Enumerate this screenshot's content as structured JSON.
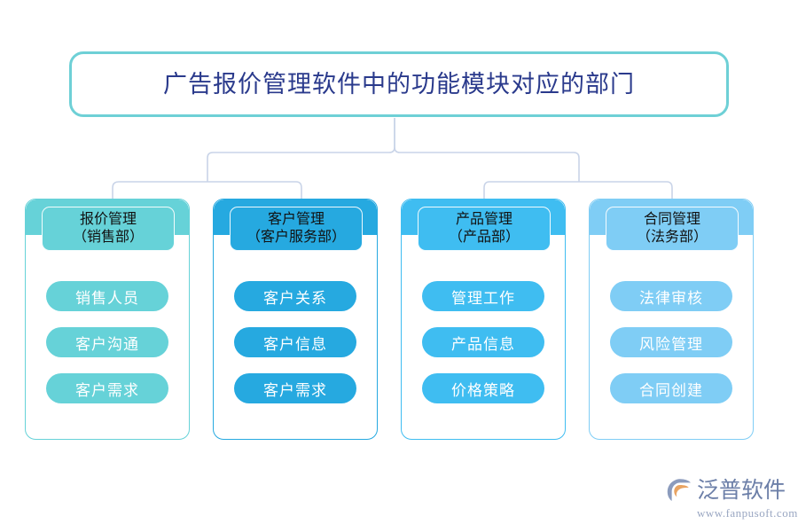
{
  "title": {
    "text": "广告报价管理软件中的功能模块对应的部门",
    "text_color": "#2a3a8c",
    "border_color": "#6ed0d6"
  },
  "columns": [
    {
      "name": "报价管理",
      "department": "（销售部）",
      "color": "#66d2d8",
      "items": [
        "销售人员",
        "客户沟通",
        "客户需求"
      ]
    },
    {
      "name": "客户管理",
      "department": "（客户服务部）",
      "color": "#26a9e0",
      "items": [
        "客户关系",
        "客户信息",
        "客户需求"
      ]
    },
    {
      "name": "产品管理",
      "department": "（产品部）",
      "color": "#3fbdf1",
      "items": [
        "管理工作",
        "产品信息",
        "价格策略"
      ]
    },
    {
      "name": "合同管理",
      "department": "（法务部）",
      "color": "#7fcdf5",
      "items": [
        "法律审核",
        "风险管理",
        "合同创建"
      ]
    }
  ],
  "connector": {
    "color": "#c9d4e8"
  },
  "logo": {
    "name": "泛普软件",
    "url": "www.fanpusoft.com",
    "mark_icon": "fanpu-swoosh-icon",
    "text_color": "#6c7fa8",
    "url_color": "#9aa7c2",
    "accent_color": "#e8a362"
  }
}
